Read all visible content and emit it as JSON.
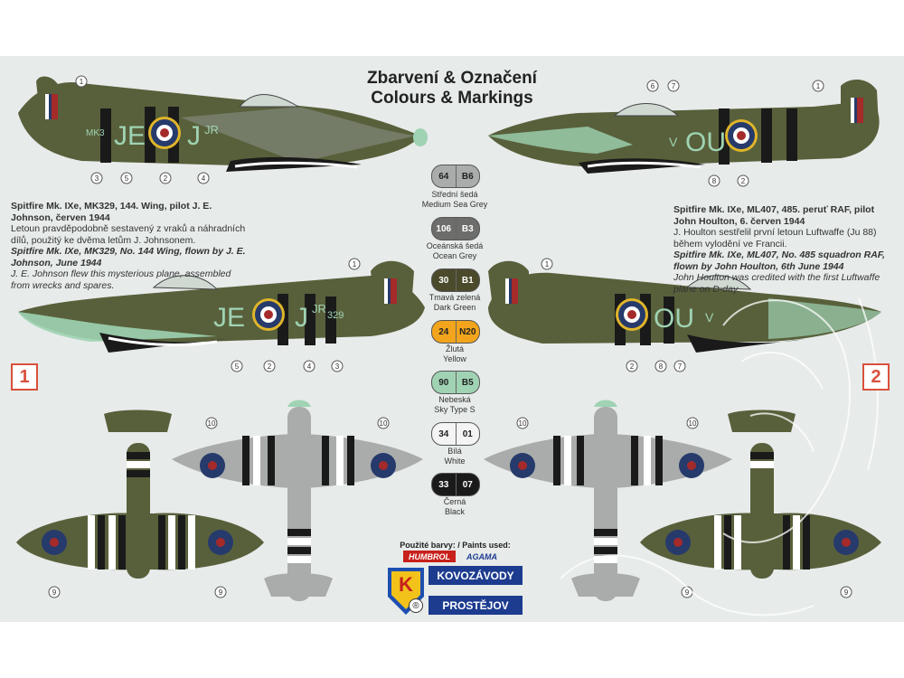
{
  "title_cz": "Zbarvení & Označení",
  "title_en": "Colours & Markings",
  "plane1": {
    "number": "1",
    "caption_cz_title": "Spitfire Mk. IXe, MK329, 144. Wing, pilot J. E. Johnson, červen 1944",
    "caption_cz_body": "Letoun pravděpodobně sestavený z vraků a náhradních dílů, použitý ke dvěma letům J. Johnsonem.",
    "caption_en_title": "Spitfire Mk. IXe, MK329, No. 144 Wing, flown by J. E. Johnson, June 1944",
    "caption_en_body": "J. E. Johnson flew this mysterious plane, assembled from wrecks and spares.",
    "code_left": "JE",
    "code_right": "J",
    "code_small": "JR",
    "serial": "MK3",
    "serial_right": "329"
  },
  "plane2": {
    "number": "2",
    "caption_cz_title": "Spitfire Mk. IXe, ML407, 485. peruť RAF, pilot John Houlton, 6. červen 1944",
    "caption_cz_body": "J. Houlton sestřelil první letoun Luftwaffe (Ju 88) během vylodění ve Francii.",
    "caption_en_title": "Spitfire Mk. IXe, ML407, No. 485 squadron RAF, flown by John Houlton, 6th June 1944",
    "caption_en_body": "John Houlton was credited with the first Luftwaffe plane on D-day.",
    "code": "OU",
    "code_single": "V"
  },
  "paints": [
    {
      "left": "64",
      "right": "B6",
      "cz": "Střední šedá",
      "en": "Medium Sea Grey",
      "color": "#a9acaa",
      "text": "#222222"
    },
    {
      "left": "106",
      "right": "B3",
      "cz": "Oceánská šedá",
      "en": "Ocean Grey",
      "color": "#6d6d6b",
      "text": "#ffffff"
    },
    {
      "left": "30",
      "right": "B1",
      "cz": "Tmavá zelená",
      "en": "Dark Green",
      "color": "#4b4a2b",
      "text": "#ffffff"
    },
    {
      "left": "24",
      "right": "N20",
      "cz": "Žlutá",
      "en": "Yellow",
      "color": "#f2a51c",
      "text": "#222222"
    },
    {
      "left": "90",
      "right": "B5",
      "cz": "Nebeská",
      "en": "Sky Type S",
      "color": "#9fd3b3",
      "text": "#222222"
    },
    {
      "left": "34",
      "right": "01",
      "cz": "Bílá",
      "en": "White",
      "color": "#f4f4f4",
      "text": "#222222"
    },
    {
      "left": "33",
      "right": "07",
      "cz": "Černá",
      "en": "Black",
      "color": "#1a1a1a",
      "text": "#ffffff"
    }
  ],
  "paints_used": "Použité barvy: / Paints used:",
  "brand_humbrol": "HUMBROL",
  "brand_agama": "AGAMA",
  "maker_line1": "KOVOZÁVODY",
  "maker_line2": "PROSTĚJOV",
  "maker_mark": "K",
  "registered": "®",
  "callouts_top_left": [
    "1",
    "3",
    "5",
    "2",
    "4"
  ],
  "callouts_top_right": [
    "1",
    "6",
    "7",
    "8",
    "2"
  ],
  "callouts_mid_left": [
    "1",
    "5",
    "2",
    "4",
    "3"
  ],
  "callouts_mid_right": [
    "1",
    "2",
    "8",
    "7"
  ],
  "callouts_bottom": [
    "10",
    "10",
    "9",
    "9",
    "10",
    "10",
    "9",
    "9"
  ],
  "colors": {
    "sheet": "#e7ebea",
    "green": "#58603b",
    "grey": "#8d918b",
    "sky": "#9fd3b3",
    "roundel_blue": "#263a6b",
    "roundel_red": "#a52a2a",
    "yellow": "#e0b52a"
  }
}
